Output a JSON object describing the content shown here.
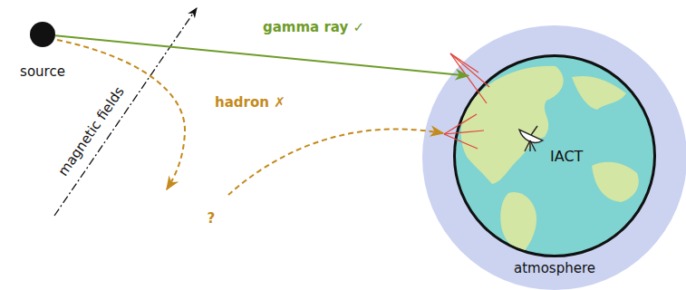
{
  "diagram": {
    "nodes": [
      {
        "text": [
          "source"
        ]
      },
      {
        "text": [
          "atmosphere"
        ]
      },
      {
        "text": [
          "IACT"
        ],
        "in": 1
      }
    ],
    "edges": [
      {
        "from": 0,
        "to": 1,
        "label": "gamma ray ✓",
        "arrow": "to"
      }
    ],
    "labels": [
      "magnetic fields",
      "hadron ✗",
      "?"
    ]
  }
}
